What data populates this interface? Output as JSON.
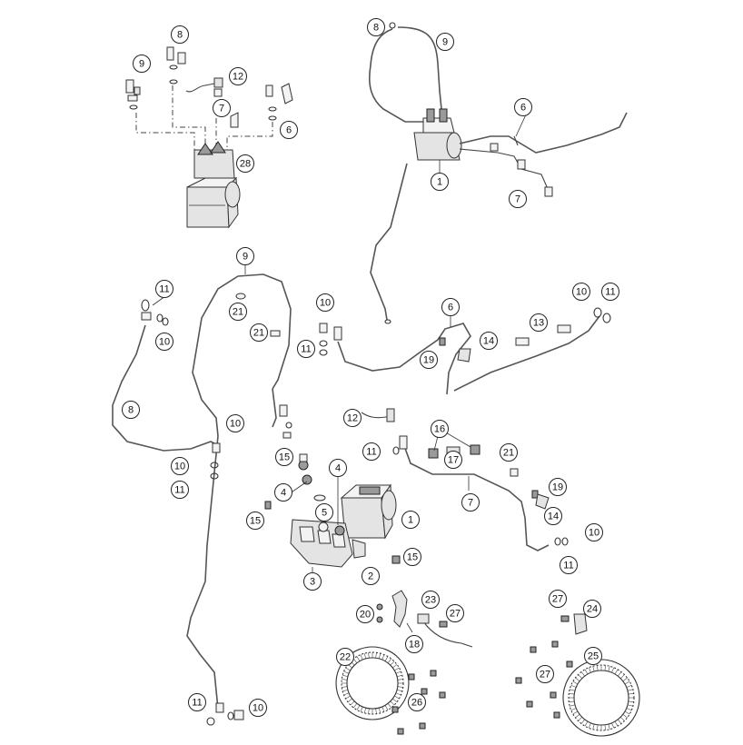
{
  "callouts": [
    {
      "n": "8"
    },
    {
      "n": "9"
    },
    {
      "n": "12"
    },
    {
      "n": "7"
    },
    {
      "n": "6"
    },
    {
      "n": "28"
    },
    {
      "n": "8"
    },
    {
      "n": "9"
    },
    {
      "n": "6"
    },
    {
      "n": "1"
    },
    {
      "n": "7"
    },
    {
      "n": "9"
    },
    {
      "n": "11"
    },
    {
      "n": "10"
    },
    {
      "n": "21"
    },
    {
      "n": "21"
    },
    {
      "n": "8"
    },
    {
      "n": "10"
    },
    {
      "n": "10"
    },
    {
      "n": "11"
    },
    {
      "n": "10"
    },
    {
      "n": "11"
    },
    {
      "n": "6"
    },
    {
      "n": "19"
    },
    {
      "n": "14"
    },
    {
      "n": "13"
    },
    {
      "n": "10"
    },
    {
      "n": "11"
    },
    {
      "n": "12"
    },
    {
      "n": "16"
    },
    {
      "n": "11"
    },
    {
      "n": "17"
    },
    {
      "n": "21"
    },
    {
      "n": "15"
    },
    {
      "n": "4"
    },
    {
      "n": "5"
    },
    {
      "n": "4"
    },
    {
      "n": "15"
    },
    {
      "n": "1"
    },
    {
      "n": "7"
    },
    {
      "n": "19"
    },
    {
      "n": "14"
    },
    {
      "n": "10"
    },
    {
      "n": "11"
    },
    {
      "n": "15"
    },
    {
      "n": "3"
    },
    {
      "n": "2"
    },
    {
      "n": "20"
    },
    {
      "n": "23"
    },
    {
      "n": "27"
    },
    {
      "n": "18"
    },
    {
      "n": "22"
    },
    {
      "n": "26"
    },
    {
      "n": "27"
    },
    {
      "n": "24"
    },
    {
      "n": "25"
    },
    {
      "n": "27"
    },
    {
      "n": "11"
    },
    {
      "n": "10"
    }
  ]
}
